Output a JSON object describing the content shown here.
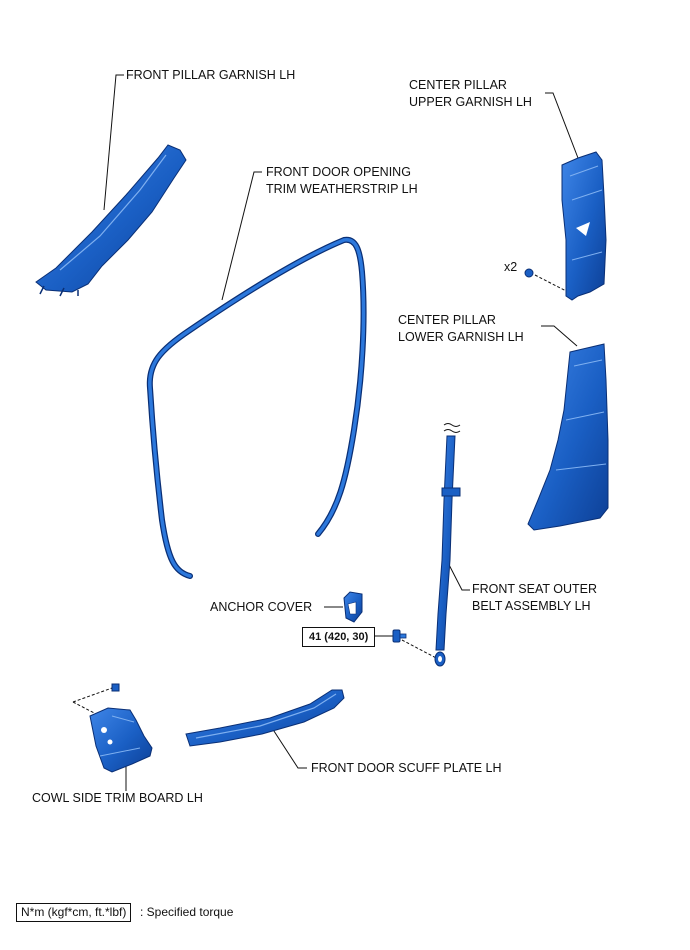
{
  "colors": {
    "part_fill": "#1a5fc4",
    "part_stroke": "#0a2f75",
    "leader": "#111111"
  },
  "parts": {
    "front_pillar_garnish": "FRONT PILLAR GARNISH LH",
    "door_weatherstrip_line1": "FRONT DOOR OPENING",
    "door_weatherstrip_line2": "TRIM WEATHERSTRIP LH",
    "center_upper_line1": "CENTER PILLAR",
    "center_upper_line2": "UPPER GARNISH LH",
    "clip_qty": "x2",
    "center_lower_line1": "CENTER PILLAR",
    "center_lower_line2": "LOWER GARNISH LH",
    "seat_belt_line1": "FRONT SEAT OUTER",
    "seat_belt_line2": "BELT ASSEMBLY LH",
    "anchor_cover": "ANCHOR COVER",
    "scuff_plate": "FRONT DOOR SCUFF PLATE LH",
    "cowl_side": "COWL SIDE TRIM BOARD LH"
  },
  "torque": {
    "anchor_bolt": "41 (420, 30)"
  },
  "legend": {
    "unit": "N*m (kgf*cm, ft.*lbf)",
    "desc": ": Specified torque"
  }
}
